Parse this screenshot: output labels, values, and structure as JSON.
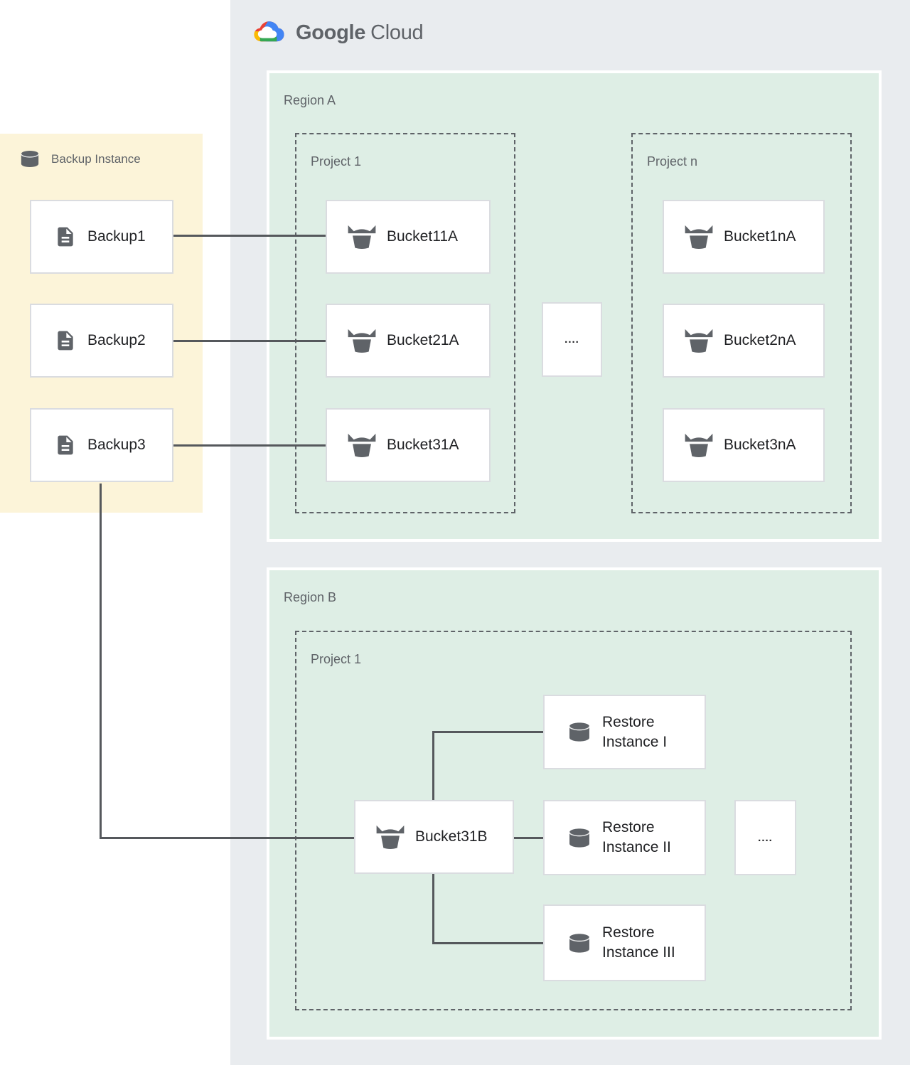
{
  "logo": {
    "google": "Google",
    "cloud": "Cloud"
  },
  "backup_panel": {
    "title": "Backup Instance",
    "items": [
      {
        "label": "Backup1"
      },
      {
        "label": "Backup2"
      },
      {
        "label": "Backup3"
      }
    ]
  },
  "region_a": {
    "label": "Region A",
    "project_1": {
      "label": "Project 1",
      "buckets": [
        {
          "label": "Bucket11A"
        },
        {
          "label": "Bucket21A"
        },
        {
          "label": "Bucket31A"
        }
      ]
    },
    "ellipsis": "....",
    "project_n": {
      "label": "Project n",
      "buckets": [
        {
          "label": "Bucket1nA"
        },
        {
          "label": "Bucket2nA"
        },
        {
          "label": "Bucket3nA"
        }
      ]
    }
  },
  "region_b": {
    "label": "Region B",
    "project_1": {
      "label": "Project 1",
      "bucket": {
        "label": "Bucket31B"
      },
      "restores": [
        {
          "line1": "Restore",
          "line2": "Instance I"
        },
        {
          "line1": "Restore",
          "line2": "Instance II"
        },
        {
          "line1": "Restore",
          "line2": "Instance III"
        }
      ],
      "ellipsis": "...."
    }
  },
  "colors": {
    "panel_gray": "#e9ecef",
    "region_green": "#deeee5",
    "backup_yellow": "#fcf4d9",
    "box_border": "#dadce0",
    "connector": "#55585c",
    "text_dark": "#202124",
    "text_muted": "#5f6368",
    "icon_gray": "#5f6368",
    "google_red": "#ea4335",
    "google_blue": "#4285f4",
    "google_yellow": "#fbbc04",
    "google_green": "#34a853"
  }
}
